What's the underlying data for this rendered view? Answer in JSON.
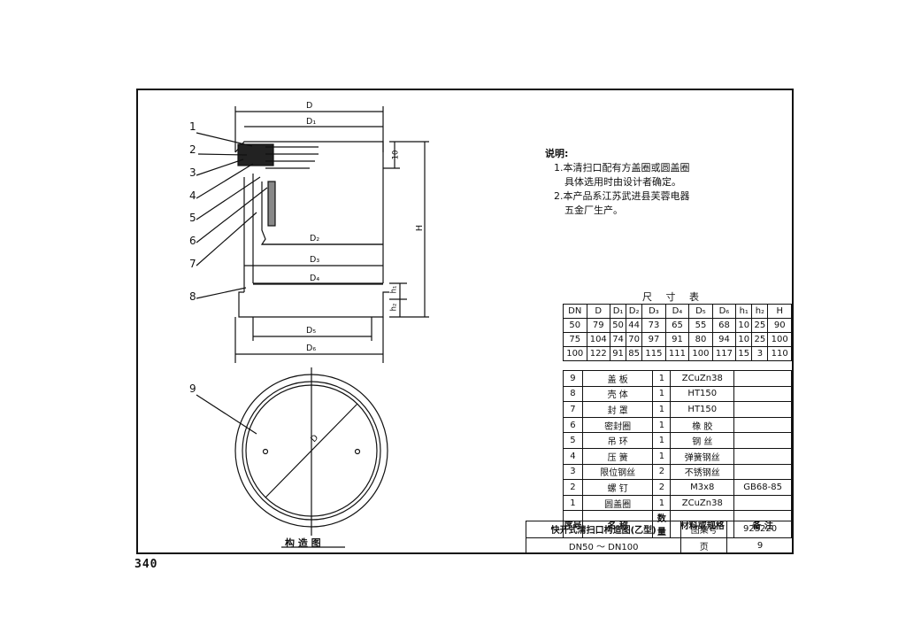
{
  "page_number": "340",
  "notes": {
    "heading": "说明:",
    "line1a": "1.本清扫口配有方盖圈或圆盖圈",
    "line1b": "具体选用时由设计者确定。",
    "line2a": "2.本产品系江苏武进县芙蓉电器",
    "line2b": "五金厂生产。"
  },
  "drawing": {
    "callouts": [
      "1",
      "2",
      "3",
      "4",
      "5",
      "6",
      "7",
      "8"
    ],
    "callout_plan": "9",
    "dims": {
      "D": "D",
      "D1": "D₁",
      "D2": "D₂",
      "D3": "D₃",
      "D4": "D₄",
      "D5": "D₅",
      "D6": "D₆",
      "H": "H",
      "h1": "h₁",
      "h2": "h₂",
      "ten": "10",
      "plan_D": "D"
    },
    "plan_caption": "构 造 图"
  },
  "dimension_table": {
    "caption": "尺 寸 表",
    "headers": [
      "DN",
      "D",
      "D₁",
      "D₂",
      "D₃",
      "D₄",
      "D₅",
      "D₆",
      "h₁",
      "h₂",
      "H"
    ],
    "rows": [
      [
        "50",
        "79",
        "50",
        "44",
        "73",
        "65",
        "55",
        "68",
        "10",
        "25",
        "90"
      ],
      [
        "75",
        "104",
        "74",
        "70",
        "97",
        "91",
        "80",
        "94",
        "10",
        "25",
        "100"
      ],
      [
        "100",
        "122",
        "91",
        "85",
        "115",
        "111",
        "100",
        "117",
        "15",
        "3",
        "110"
      ]
    ]
  },
  "parts_list": {
    "rows": [
      [
        "9",
        "盖 板",
        "1",
        "ZCuZn38",
        ""
      ],
      [
        "8",
        "壳 体",
        "1",
        "HT150",
        ""
      ],
      [
        "7",
        "封 罩",
        "1",
        "HT150",
        ""
      ],
      [
        "6",
        "密封圈",
        "1",
        "橡 胶",
        ""
      ],
      [
        "5",
        "吊 环",
        "1",
        "钢 丝",
        ""
      ],
      [
        "4",
        "压 簧",
        "1",
        "弹簧钢丝",
        ""
      ],
      [
        "3",
        "限位钢丝",
        "2",
        "不锈钢丝",
        ""
      ],
      [
        "2",
        "螺 钉",
        "2",
        "M3x8",
        "GB68-85"
      ],
      [
        "1",
        "圆盖圈",
        "1",
        "ZCuZn38",
        ""
      ]
    ],
    "header": [
      "序号",
      "名 称",
      "数量",
      "材料或规格",
      "备 注"
    ]
  },
  "title_block": {
    "title": "快开式清扫口构造图(乙型)",
    "subtitle": "DN50 ～ DN100",
    "atlas_label": "图集号",
    "atlas_no": "92S220",
    "page_label": "页",
    "page_no": "9"
  }
}
